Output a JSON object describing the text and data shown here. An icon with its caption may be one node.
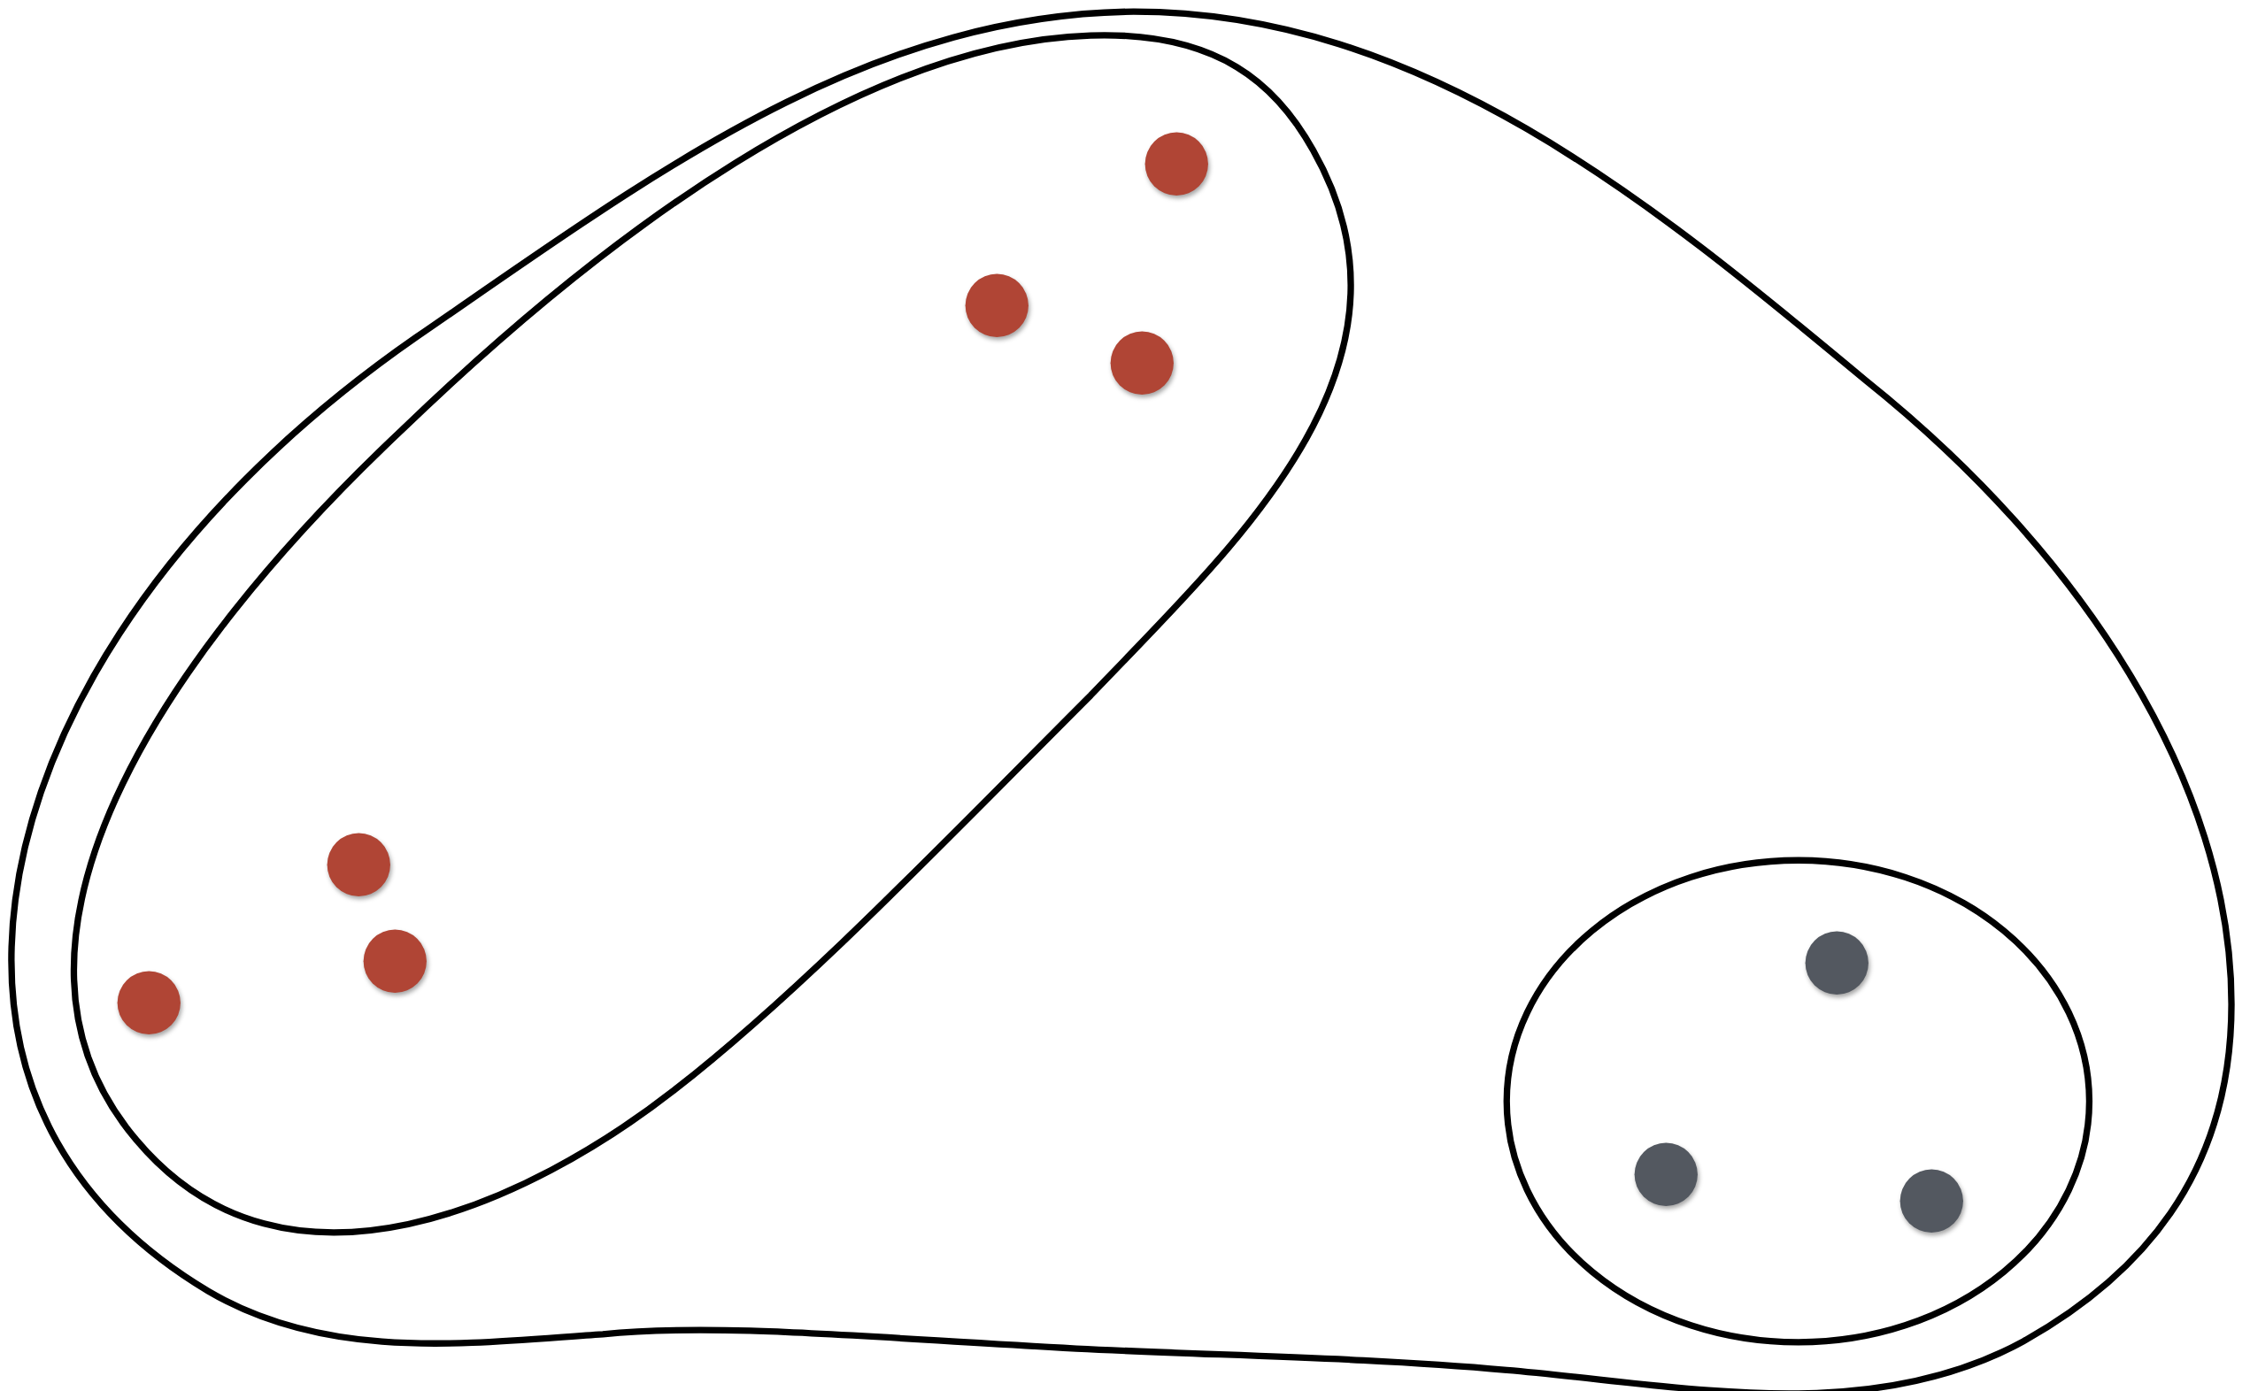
{
  "diagram": {
    "nodes": [
      {
        "text": [],
        "shape": "blob"
      },
      {
        "text": [],
        "shape": "blob",
        "in": 0
      },
      {
        "text": [],
        "shape": "circle",
        "in": 1
      },
      {
        "text": [],
        "shape": "circle",
        "in": 1
      },
      {
        "text": [],
        "shape": "circle",
        "in": 1
      },
      {
        "text": [],
        "shape": "circle",
        "in": 1
      },
      {
        "text": [],
        "shape": "circle",
        "in": 1
      },
      {
        "text": [],
        "shape": "circle",
        "in": 1
      },
      {
        "text": [],
        "shape": "ellipse",
        "in": 0
      },
      {
        "text": [],
        "shape": "circle",
        "in": 8
      },
      {
        "text": [],
        "shape": "circle",
        "in": 8
      },
      {
        "text": [],
        "shape": "circle",
        "in": 8
      }
    ]
  }
}
